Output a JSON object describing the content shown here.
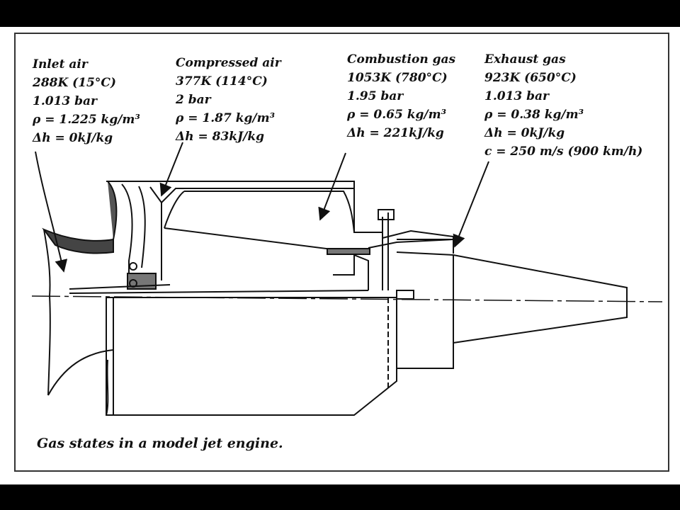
{
  "stations": {
    "inlet": {
      "name": "Inlet air",
      "temperature": "288K (15°C)",
      "pressure": "1.013 bar",
      "density": "ρ = 1.225 kg/m³",
      "enthalpy": "Δh = 0kJ/kg"
    },
    "compressed": {
      "name": "Compressed air",
      "temperature": "377K (114°C)",
      "pressure": "2 bar",
      "density": "ρ = 1.87 kg/m³",
      "enthalpy": "Δh = 83kJ/kg"
    },
    "combustion": {
      "name": "Combustion gas",
      "temperature": "1053K (780°C)",
      "pressure": "1.95 bar",
      "density": "ρ = 0.65 kg/m³",
      "enthalpy": "Δh = 221kJ/kg"
    },
    "exhaust": {
      "name": "Exhaust gas",
      "temperature": "923K (650°C)",
      "pressure": "1.013 bar",
      "density": "ρ = 0.38 kg/m³",
      "enthalpy": "Δh = 0kJ/kg",
      "velocity": "c = 250 m/s (900 km/h)"
    }
  },
  "caption": "Gas states in a model jet engine.",
  "colors": {
    "background": "#000000",
    "paper": "#ffffff",
    "ink": "#111111"
  }
}
